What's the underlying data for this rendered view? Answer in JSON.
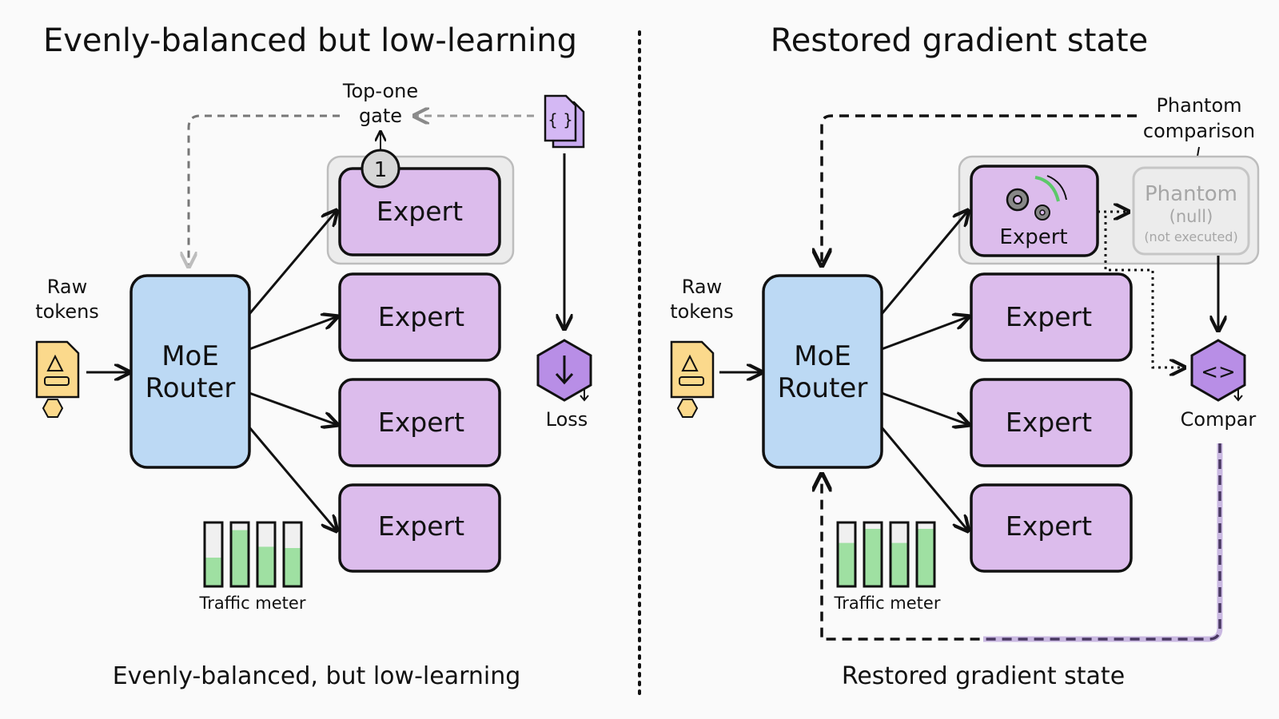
{
  "left_panel": {
    "title": "Evenly-balanced but low-learning",
    "caption": "Evenly-balanced, but low-learning",
    "input_label_line1": "Raw",
    "input_label_line2": "tokens",
    "router_line1": "MoE",
    "router_line2": "Router",
    "experts": [
      "Expert",
      "Expert",
      "Expert",
      "Expert"
    ],
    "gate_label_line1": "Top-one",
    "gate_label_line2": "gate",
    "gate_badge": "1",
    "code_icon_text": "{ }",
    "loss_label": "Loss",
    "traffic_meter_label": "Traffic meter",
    "traffic_meter_levels": [
      0.45,
      0.88,
      0.62,
      0.6
    ]
  },
  "right_panel": {
    "title": "Restored gradient state",
    "caption": "Restored gradient state",
    "input_label_line1": "Raw",
    "input_label_line2": "tokens",
    "router_line1": "MoE",
    "router_line2": "Router",
    "active_expert": "Expert",
    "experts": [
      "Expert",
      "Expert",
      "Expert"
    ],
    "phantom_label_line1": "Phantom",
    "phantom_label_line2": "comparison",
    "phantom_box_title": "Phantom",
    "phantom_box_null": "(null)",
    "phantom_box_note": "(not executed)",
    "compare_icon_text": "<>",
    "compare_label": "Compar",
    "traffic_meter_label": "Traffic meter",
    "traffic_meter_levels": [
      0.68,
      0.9,
      0.68,
      0.9
    ]
  },
  "colors": {
    "router_fill": "#bcd9f4",
    "expert_fill": "#dcbcec",
    "hex_fill": "#b88ee6",
    "meter_fill": "#9fe0a2",
    "doc_fill": "#fbd98c",
    "feedback_purple": "#8e68c4"
  }
}
